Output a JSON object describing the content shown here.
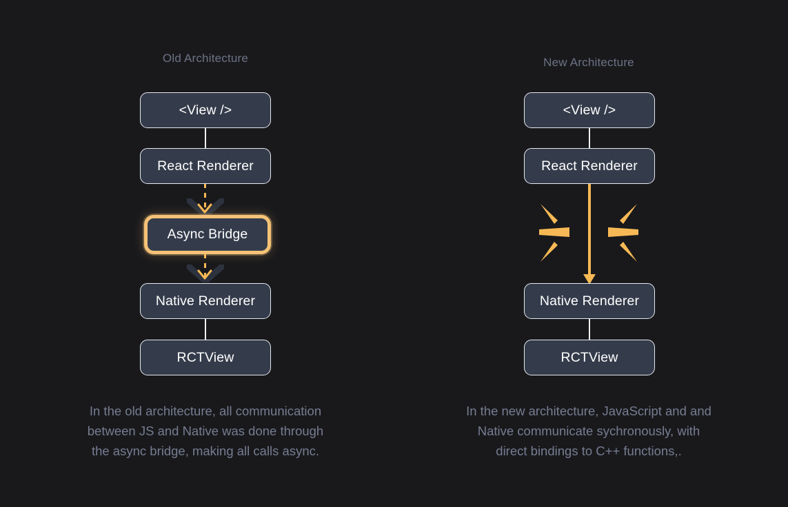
{
  "theme": {
    "background": "#19191c",
    "node_fill": "#343c4b",
    "node_border": "#e8eaf0",
    "accent": "#f7b955",
    "accent_soft": "#f5c277",
    "title_color": "#6d7385",
    "caption_color": "#767d91",
    "chevron_wing_color": "#2c323e"
  },
  "columns": {
    "old": {
      "title": "Old Architecture",
      "nodes": [
        {
          "label": "<View />"
        },
        {
          "label": "React Renderer"
        },
        {
          "label": "Async Bridge"
        },
        {
          "label": "Native Renderer"
        },
        {
          "label": "RCTView"
        }
      ],
      "caption_lines": [
        "In the old architecture, all communication",
        "between JS and Native was done through",
        "the async bridge, making all calls async."
      ]
    },
    "new": {
      "title": "New Architecture",
      "nodes": [
        {
          "label": "<View />"
        },
        {
          "label": "React Renderer"
        },
        {
          "label": "Native Renderer"
        },
        {
          "label": "RCTView"
        }
      ],
      "caption_lines": [
        "In the new architecture, JavaScript and and",
        "Native communicate sychronously, with",
        "direct bindings to C++ functions,."
      ]
    }
  }
}
